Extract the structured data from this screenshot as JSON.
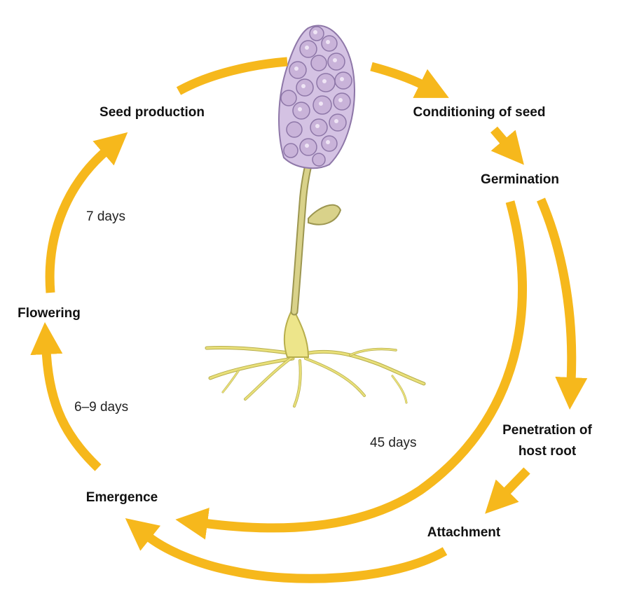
{
  "colors": {
    "arrow": "#F6B81C",
    "flower": "#C9B3D9",
    "flower_outline": "#8E77A8",
    "stem": "#D9D28A",
    "stem_outline": "#9C9650",
    "root": "#E9E07A",
    "root_outline": "#B7AE4C"
  },
  "illustration": "witchweed-plant",
  "stages": {
    "seed_production": "Seed production",
    "conditioning": "Conditioning of seed",
    "germination": "Germination",
    "penetration_line1": "Penetration of",
    "penetration_line2": "host root",
    "attachment": "Attachment",
    "emergence": "Emergence",
    "flowering": "Flowering"
  },
  "durations": {
    "flowering_to_seed": "7 days",
    "emergence_to_flowering": "6–9 days",
    "germination_to_emergence": "45 days"
  }
}
